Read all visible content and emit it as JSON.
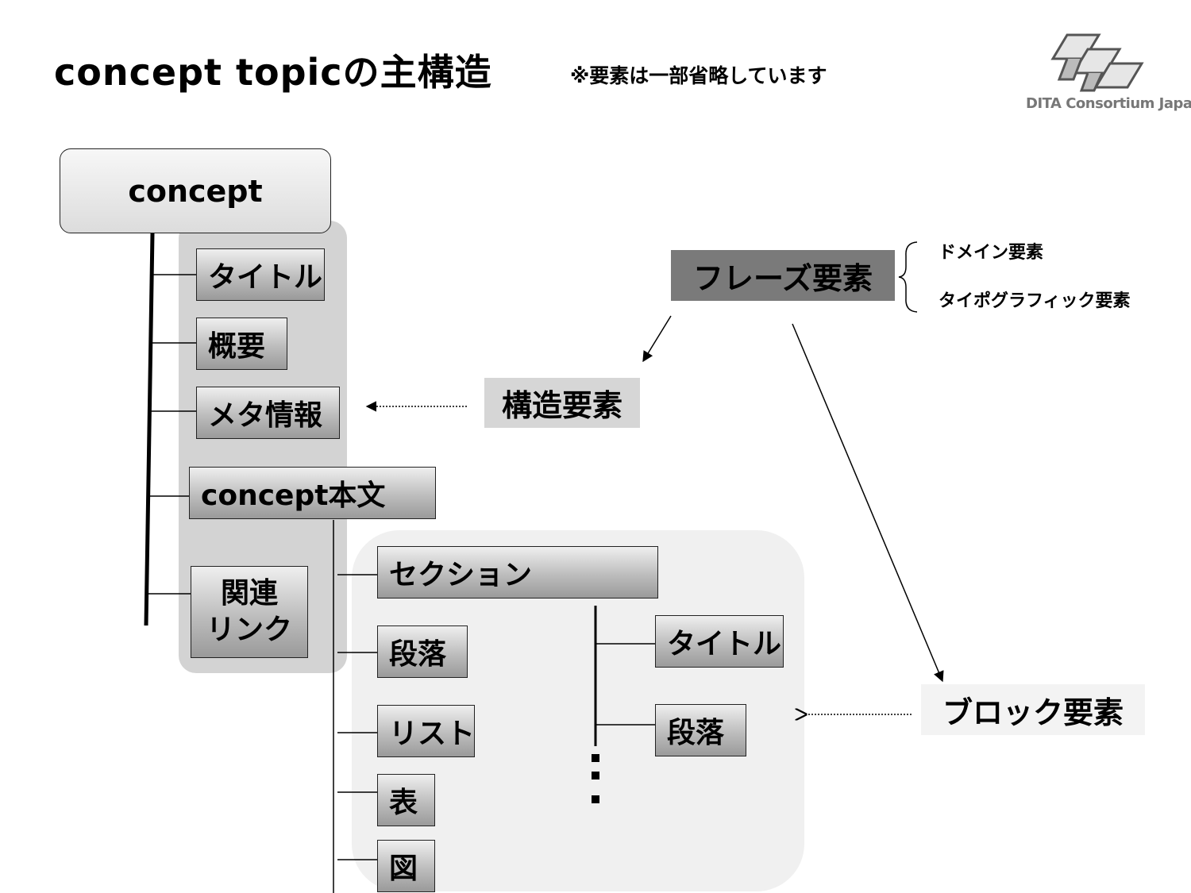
{
  "header": {
    "title": "concept topicの主構造",
    "note": "※要素は一部省略しています"
  },
  "logo": {
    "text": "DITA Consortium Japan",
    "icon": "dcj-logo-icon"
  },
  "tree": {
    "root": "concept",
    "children": [
      {
        "label": "タイトル"
      },
      {
        "label": "概要"
      },
      {
        "label": "メタ情報"
      },
      {
        "label": "concept本文"
      },
      {
        "label_line1": "関連",
        "label_line2": "リンク"
      }
    ],
    "body_children": [
      "セクション",
      "段落",
      "リスト",
      "表",
      "図"
    ],
    "section_children": [
      "タイトル",
      "段落"
    ]
  },
  "legend": {
    "phrase": "フレーズ要素",
    "phrase_items": [
      "ドメイン要素",
      "タイポグラフィック要素"
    ],
    "structure": "構造要素",
    "block": "ブロック要素"
  },
  "colors": {
    "phrase_bg": "#7a7a7a",
    "structure_bg": "#d6d6d6",
    "block_bg": "#f3f3f3",
    "panel_structure": "#d3d3d3",
    "panel_block": "#f0f0f0"
  }
}
